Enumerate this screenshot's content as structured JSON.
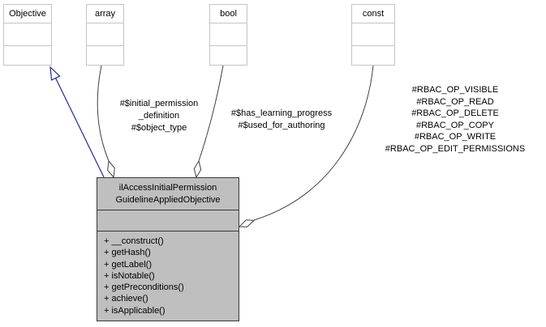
{
  "diagram": {
    "kind": "uml-collaboration-graph",
    "background": "#ffffff",
    "edge_color": "#404040",
    "inheritance_color": "#28288f",
    "main_node_fill": "#bfbfbf",
    "node_border": "#c4c4c4"
  },
  "top_classes": {
    "objective": {
      "name": "Objective"
    },
    "array": {
      "name": "array"
    },
    "bool": {
      "name": "bool"
    },
    "const": {
      "name": "const"
    }
  },
  "main_class": {
    "title_line1": "ilAccessInitialPermission",
    "title_line2": "GuidelineAppliedObjective",
    "methods": [
      "+ __construct()",
      "+ getHash()",
      "+ getLabel()",
      "+ isNotable()",
      "+ getPreconditions()",
      "+ achieve()",
      "+ isApplicable()"
    ]
  },
  "edge_labels": {
    "array": [
      "#$initial_permission",
      "_definition",
      "#$object_type"
    ],
    "bool": [
      "#$has_learning_progress",
      "#$used_for_authoring"
    ],
    "const": [
      "#RBAC_OP_VISIBLE",
      "#RBAC_OP_READ",
      "#RBAC_OP_DELETE",
      "#RBAC_OP_COPY",
      "#RBAC_OP_WRITE",
      "#RBAC_OP_EDIT_PERMISSIONS"
    ]
  }
}
